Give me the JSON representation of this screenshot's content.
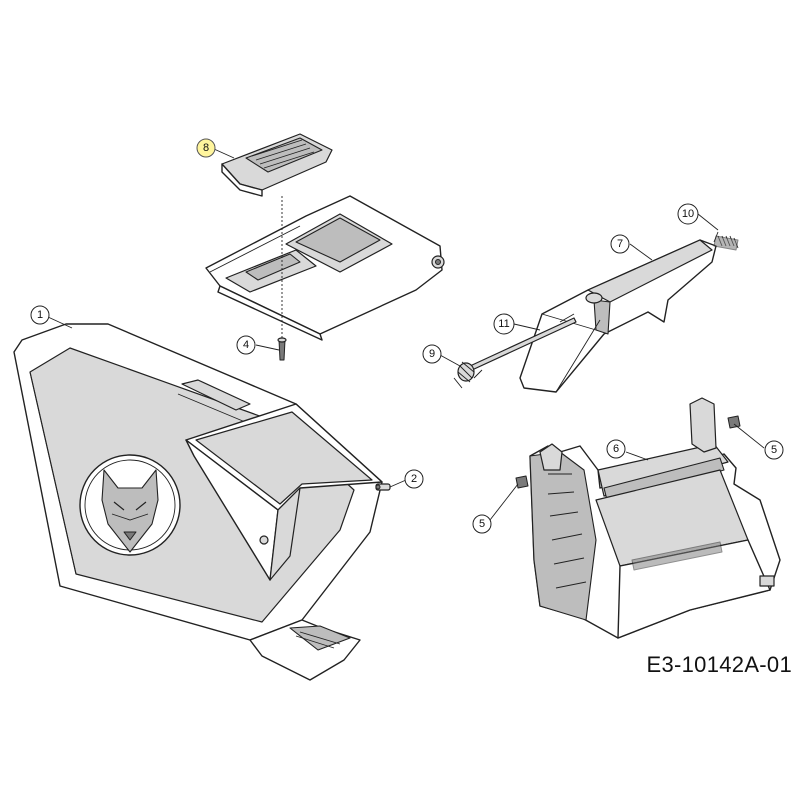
{
  "drawing": {
    "id": "E3-10142A-01"
  },
  "callouts": [
    {
      "key": "c1",
      "label": "1",
      "highlight": false
    },
    {
      "key": "c2",
      "label": "2",
      "highlight": false
    },
    {
      "key": "c4",
      "label": "4",
      "highlight": false
    },
    {
      "key": "c5a",
      "label": "5",
      "highlight": false
    },
    {
      "key": "c5b",
      "label": "5",
      "highlight": false
    },
    {
      "key": "c6",
      "label": "6",
      "highlight": false
    },
    {
      "key": "c7",
      "label": "7",
      "highlight": false
    },
    {
      "key": "c8",
      "label": "8",
      "highlight": true
    },
    {
      "key": "c9",
      "label": "9",
      "highlight": false
    },
    {
      "key": "c10",
      "label": "10",
      "highlight": false
    },
    {
      "key": "c11",
      "label": "11",
      "highlight": false
    }
  ],
  "colors": {
    "highlight": "#fff59d",
    "line": "#222222",
    "background": "#ffffff"
  }
}
